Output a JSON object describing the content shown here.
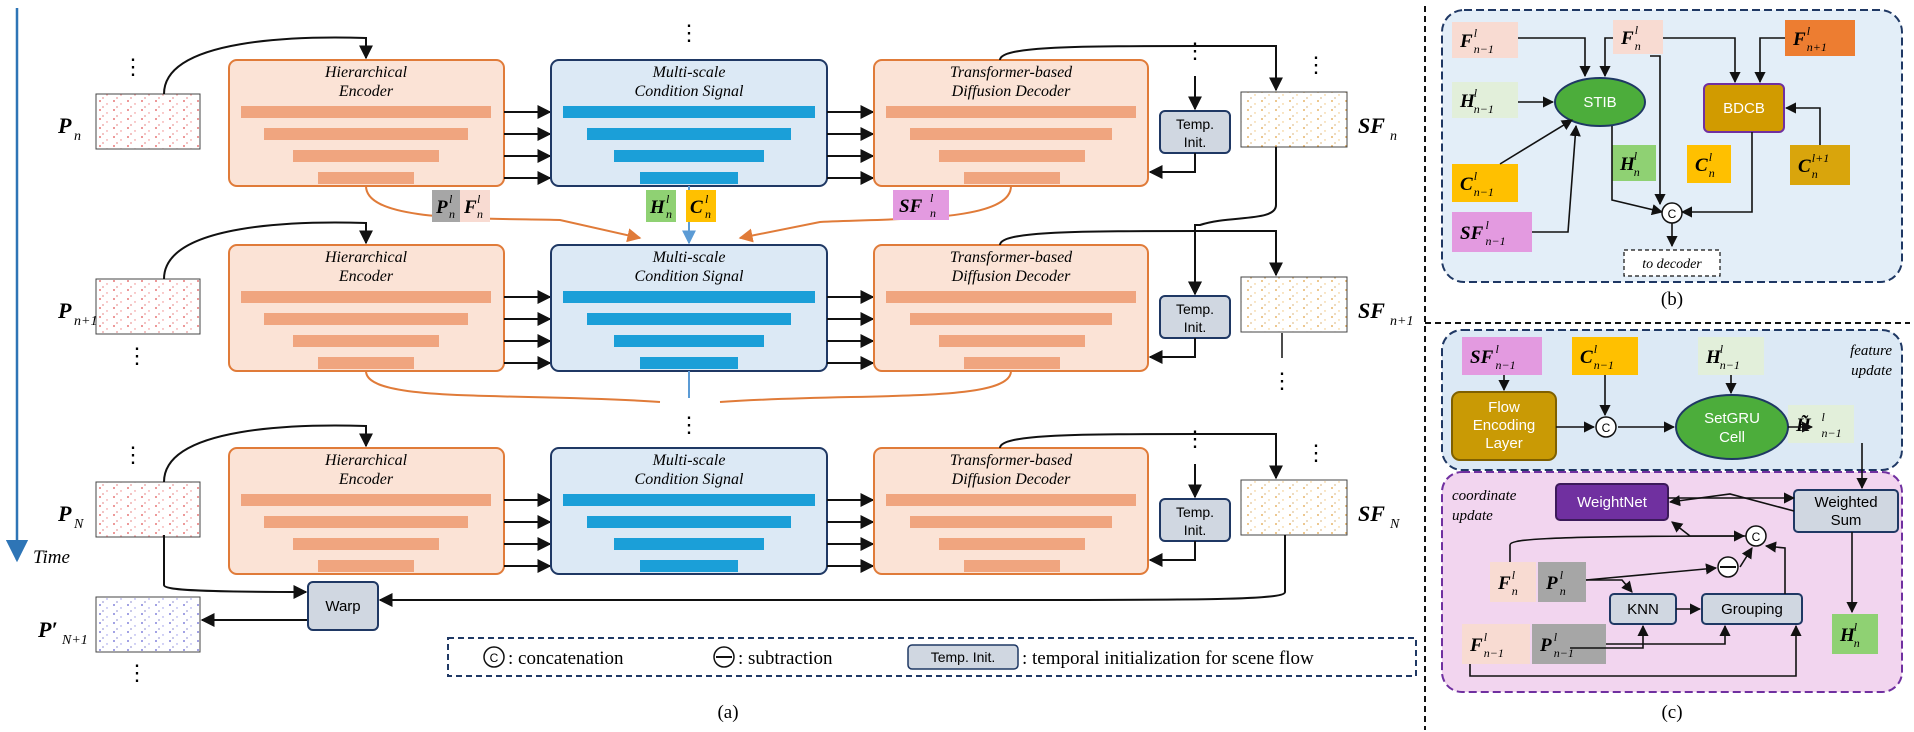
{
  "panel_a": {
    "time_label": "Time",
    "rows": [
      {
        "input_main": "P",
        "input_sub": "n",
        "encoder": [
          "Hierarchical",
          "Encoder"
        ],
        "condition": [
          "Multi-scale",
          "Condition Signal"
        ],
        "decoder": [
          "Transformer-based",
          "Diffusion Decoder"
        ],
        "temp_init": [
          "Temp.",
          "Init."
        ],
        "output_main": "SF",
        "output_sub": "n"
      },
      {
        "input_main": "P",
        "input_sub": "n+1",
        "encoder": [
          "Hierarchical",
          "Encoder"
        ],
        "condition": [
          "Multi-scale",
          "Condition Signal"
        ],
        "decoder": [
          "Transformer-based",
          "Diffusion Decoder"
        ],
        "temp_init": [
          "Temp.",
          "Init."
        ],
        "output_main": "SF",
        "output_sub": "n+1"
      },
      {
        "input_main": "P",
        "input_sub": "N",
        "encoder": [
          "Hierarchical",
          "Encoder"
        ],
        "condition": [
          "Multi-scale",
          "Condition Signal"
        ],
        "decoder": [
          "Transformer-based",
          "Diffusion Decoder"
        ],
        "temp_init": [
          "Temp.",
          "Init."
        ],
        "output_main": "SF",
        "output_sub": "N"
      }
    ],
    "feature_tags": {
      "p": {
        "main": "P",
        "sup": "l",
        "sub": "n"
      },
      "f": {
        "main": "F",
        "sup": "l",
        "sub": "n"
      },
      "h": {
        "main": "H",
        "sup": "l",
        "sub": "n"
      },
      "c": {
        "main": "C",
        "sup": "l",
        "sub": "n"
      },
      "sf": {
        "main": "SF",
        "sup": "l",
        "sub": "n"
      }
    },
    "warp_label": "Warp",
    "warped_main": "P′",
    "warped_sub": "N+1",
    "legend": {
      "concat_symbol": "C",
      "concat_text": ": concatenation",
      "sub_text": ": subtraction",
      "temp_init_box": "Temp. Init.",
      "temp_init_text": ": temporal initialization for scene flow"
    },
    "caption": "(a)"
  },
  "panel_b": {
    "stib": "STIB",
    "bdcb": "BDCB",
    "to_decoder": "to decoder",
    "concat_symbol": "C",
    "caption": "(b)",
    "tags": {
      "f_prev": {
        "main": "F",
        "sup": "l",
        "sub": "n−1"
      },
      "f_cur": {
        "main": "F",
        "sup": "l",
        "sub": "n"
      },
      "f_next": {
        "main": "F",
        "sup": "l",
        "sub": "n+1"
      },
      "h_prev": {
        "main": "H",
        "sup": "l",
        "sub": "n−1"
      },
      "h_cur": {
        "main": "H",
        "sup": "l",
        "sub": "n"
      },
      "c_prev": {
        "main": "C",
        "sup": "l",
        "sub": "n−1"
      },
      "c_cur": {
        "main": "C",
        "sup": "l",
        "sub": "n"
      },
      "c_up": {
        "main": "C",
        "sup": "l+1",
        "sub": "n"
      },
      "sf_prev": {
        "main": "SF",
        "sup": "l",
        "sub": "n−1"
      }
    }
  },
  "panel_c": {
    "feature_update": [
      "feature",
      "update"
    ],
    "coordinate_update": [
      "coordinate",
      "update"
    ],
    "flow_encoding": [
      "Flow",
      "Encoding",
      "Layer"
    ],
    "setgru": [
      "SetGRU",
      "Cell"
    ],
    "weightnet": "WeightNet",
    "weighted_sum": [
      "Weighted",
      "Sum"
    ],
    "knn": "KNN",
    "grouping": "Grouping",
    "concat_symbol": "C",
    "caption": "(c)",
    "tags": {
      "sf_prev": {
        "main": "SF",
        "sup": "l",
        "sub": "n−1"
      },
      "c_prev": {
        "main": "C",
        "sup": "l",
        "sub": "n−1"
      },
      "h_prev": {
        "main": "H",
        "sup": "l",
        "sub": "n−1"
      },
      "h_tilde": {
        "main": "H̃",
        "sup": "l",
        "sub": "n−1"
      },
      "f_cur": {
        "main": "F",
        "sup": "l",
        "sub": "n"
      },
      "p_cur": {
        "main": "P",
        "sup": "l",
        "sub": "n"
      },
      "f_prev": {
        "main": "F",
        "sup": "l",
        "sub": "n−1"
      },
      "p_prev": {
        "main": "P",
        "sup": "l",
        "sub": "n−1"
      },
      "h_out": {
        "main": "H",
        "sup": "l",
        "sub": "n"
      }
    }
  },
  "colors": {
    "encoder_fill": "#fbe3d6",
    "encoder_stroke": "#e07b39",
    "encoder_bar": "#f0a57f",
    "condition_fill": "#dce9f5",
    "condition_stroke": "#1f3864",
    "condition_bar": "#1b9fd8",
    "temp_fill": "#d0d7e1",
    "orange_curve": "#e07b39",
    "blue_link": "#5b9bd5",
    "panel_b_bg": "#e3eef8",
    "panel_c_top_bg": "#dce9f5",
    "panel_c_bottom_bg": "#f2d5ef",
    "stib_fill": "#4cad3b",
    "bdcb_fill": "#d19b00",
    "flow_fill": "#c99a05",
    "weightnet_fill": "#7030a0",
    "tag_pink": "#f8dbd2",
    "tag_orange": "#ed7d31",
    "tag_lightgreen": "#e2efda",
    "tag_green": "#8fd173",
    "tag_yellow": "#ffc000",
    "tag_gold": "#d9a50c",
    "tag_magenta": "#e39ae0",
    "tag_gray": "#a6a6a6",
    "time_arrow": "#2e75b6"
  }
}
